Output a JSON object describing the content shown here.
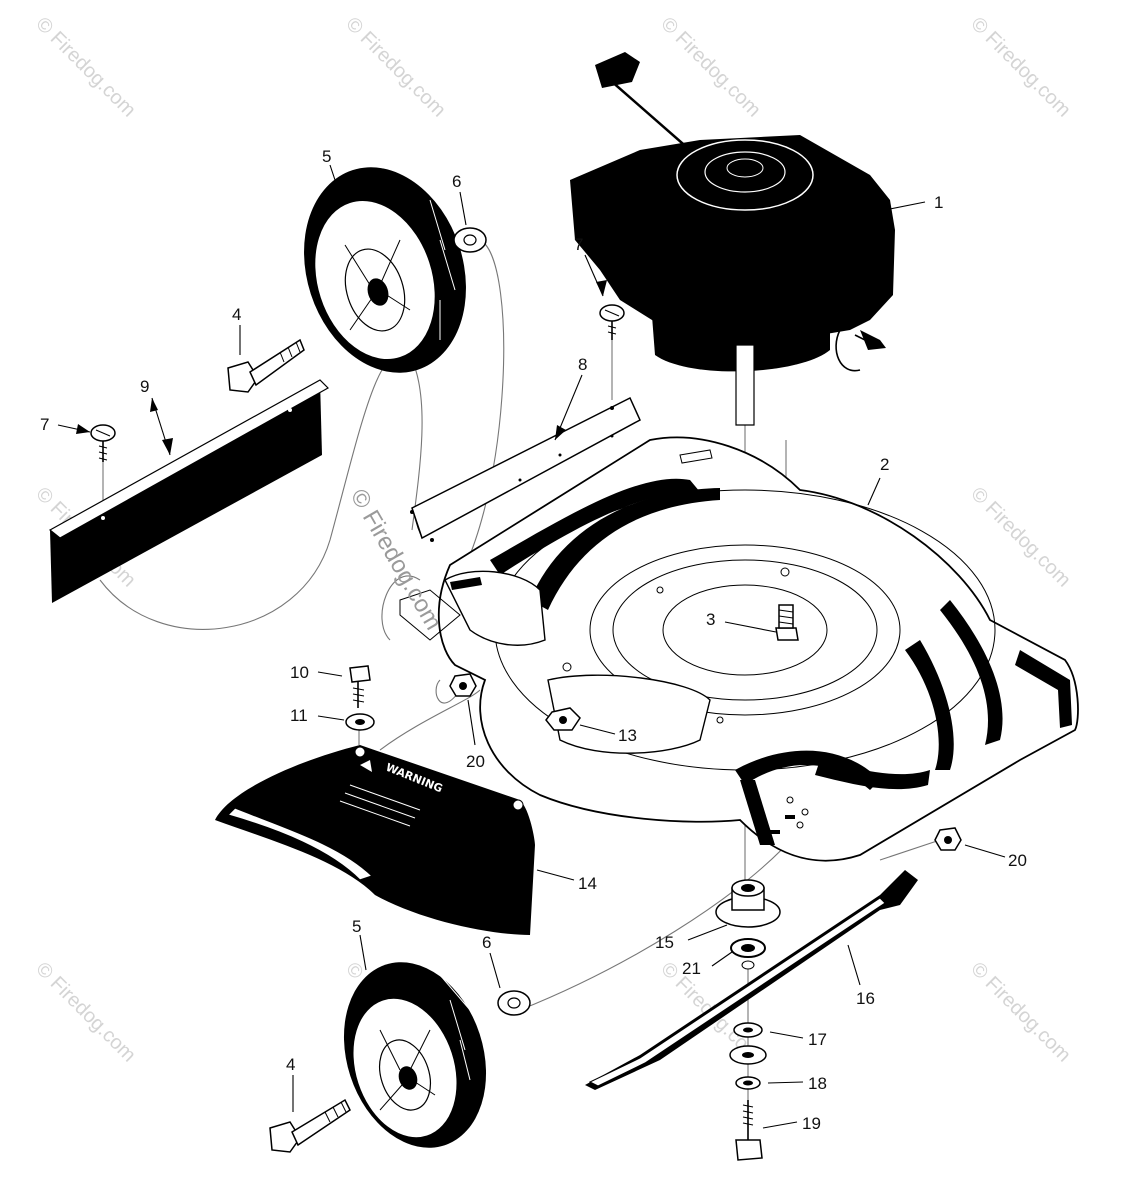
{
  "watermark": "© Firedog.com",
  "warning_text": "WARNING",
  "labels": [
    {
      "text": "1"
    },
    {
      "text": "2"
    },
    {
      "text": "3"
    },
    {
      "text": "4"
    },
    {
      "text": "4"
    },
    {
      "text": "5"
    },
    {
      "text": "5"
    },
    {
      "text": "6"
    },
    {
      "text": "6"
    },
    {
      "text": "7"
    },
    {
      "text": "7"
    },
    {
      "text": "8"
    },
    {
      "text": "9"
    },
    {
      "text": "10"
    },
    {
      "text": "11"
    },
    {
      "text": "13"
    },
    {
      "text": "14"
    },
    {
      "text": "15"
    },
    {
      "text": "16"
    },
    {
      "text": "17"
    },
    {
      "text": "18"
    },
    {
      "text": "19"
    },
    {
      "text": "20"
    },
    {
      "text": "20"
    },
    {
      "text": "21"
    }
  ]
}
